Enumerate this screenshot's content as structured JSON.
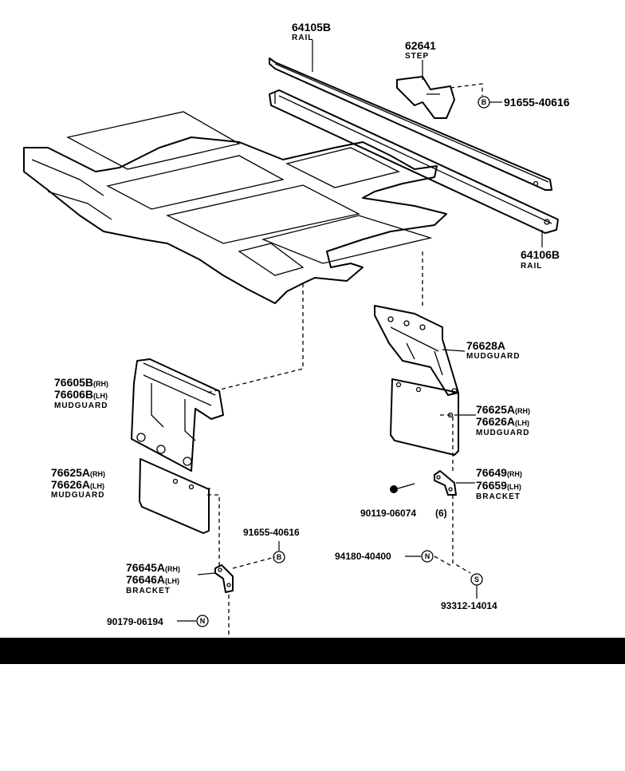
{
  "parts": {
    "rail_top": {
      "number": "64105B",
      "name": "RAIL"
    },
    "step": {
      "number": "62641",
      "name": "STEP"
    },
    "step_bolt": {
      "number": "91655-40616",
      "symbol": "B"
    },
    "rail_bottom": {
      "number": "64106B",
      "name": "RAIL"
    },
    "mudguard_upper_rh": {
      "number": "76628A",
      "name": "MUDGUARD"
    },
    "mudguard_flap_rh": {
      "number_rh": "76625A",
      "side_rh": "(RH)",
      "number_lh": "76626A",
      "side_lh": "(LH)",
      "name": "MUDGUARD"
    },
    "bracket_rh": {
      "number_rh": "76649",
      "side_rh": "(RH)",
      "number_lh": "76659",
      "side_lh": "(LH)",
      "name": "BRACKET"
    },
    "screw_rh": {
      "number": "90119-06074",
      "qty": "(6)"
    },
    "nut_rh": {
      "number": "94180-40400",
      "symbol": "N"
    },
    "washer_rh": {
      "number": "93312-14014",
      "symbol": "S"
    },
    "mudguard_upper_lh": {
      "number_rh": "76605B",
      "side_rh": "(RH)",
      "number_lh": "76606B",
      "side_lh": "(LH)",
      "name": "MUDGUARD"
    },
    "mudguard_flap_lh": {
      "number_rh": "76625A",
      "side_rh": "(RH)",
      "number_lh": "76626A",
      "side_lh": "(LH)",
      "name": "MUDGUARD"
    },
    "bolt_lh": {
      "number": "91655-40616",
      "symbol": "B"
    },
    "bracket_lh": {
      "number_rh": "76645A",
      "side_rh": "(RH)",
      "number_lh": "76646A",
      "side_lh": "(LH)",
      "name": "BRACKET"
    },
    "nut_lh": {
      "number": "90179-06194",
      "symbol": "N"
    }
  },
  "colors": {
    "ink": "#000000",
    "paper": "#ffffff"
  }
}
